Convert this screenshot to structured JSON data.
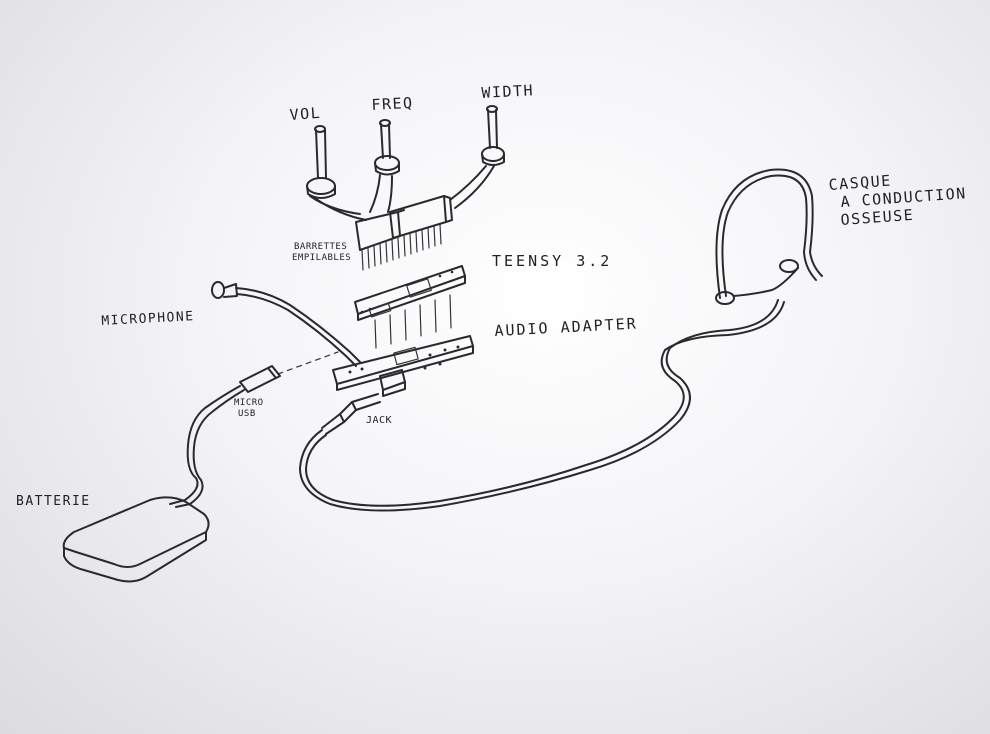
{
  "labels": {
    "vol": "VOL",
    "freq": "FREQ",
    "width": "WIDTH",
    "headset_line1": "CASQUE",
    "headset_line2": "A CONDUCTION",
    "headset_line3": "OSSEUSE",
    "headers_line1": "BARRETTES",
    "headers_line2": "EMPILABLES",
    "teensy": "TEENSY 3.2",
    "microphone": "MICROPHONE",
    "audio_adapter": "AUDIO ADAPTER",
    "micro_usb_line1": "MICRO",
    "micro_usb_line2": "USB",
    "jack": "JACK",
    "battery": "BATTERIE"
  },
  "colors": {
    "ink": "#2a2a2e",
    "paper": "#f4f3f6"
  }
}
